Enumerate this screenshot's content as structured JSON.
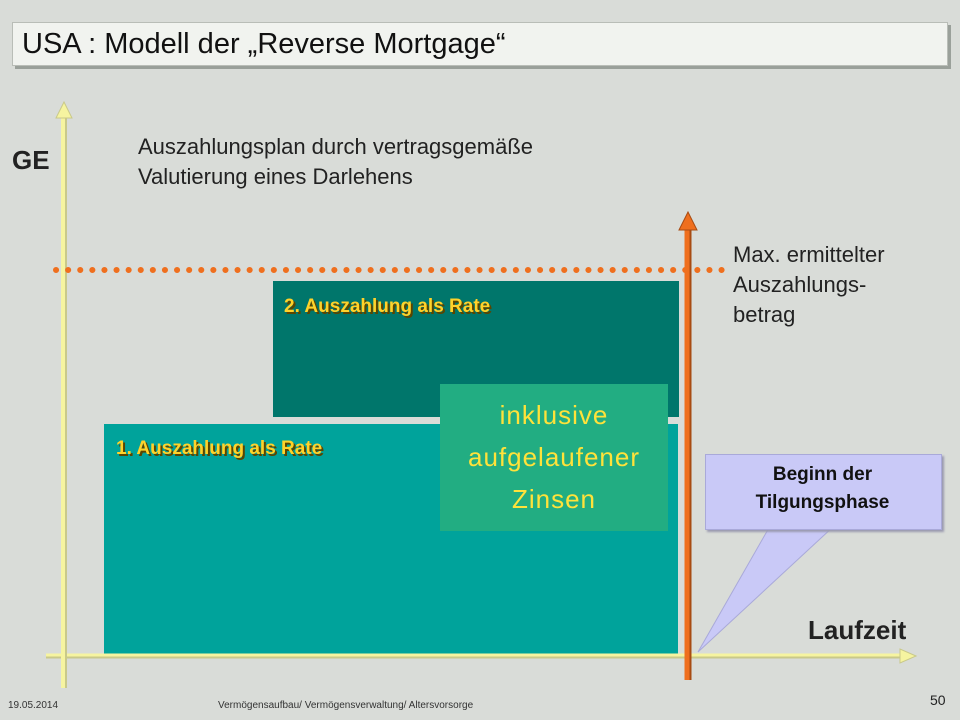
{
  "title": "USA : Modell der „Reverse Mortgage“",
  "axes": {
    "y_label": "GE",
    "x_label": "Laufzeit"
  },
  "description_lines": [
    "Auszahlungsplan durch vertragsgemäße",
    "Valutierung eines Darlehens"
  ],
  "max_label_lines": [
    "Max. ermittelter",
    "Auszahlungs-",
    "betrag"
  ],
  "blocks": {
    "rate2": "2. Auszahlung als Rate",
    "rate1": "1. Auszahlung als Rate",
    "inklusive_lines": [
      "inklusive",
      "aufgelaufener",
      "Zinsen"
    ]
  },
  "callout_lines": [
    "Beginn der",
    "Tilgungsphase"
  ],
  "footer": {
    "date": "19.05.2014",
    "center": "Vermögensaufbau/ Vermögensverwaltung/ Altersvorsorge",
    "page": "50"
  },
  "colors": {
    "rate1": "#00a39b",
    "rate2": "#00766b",
    "inklusive": "#22ad82",
    "rate_text": "#ffd22a",
    "axis": "#f6f4a0",
    "marker": "#ef6f1e",
    "callout": "#c9c9f7"
  }
}
